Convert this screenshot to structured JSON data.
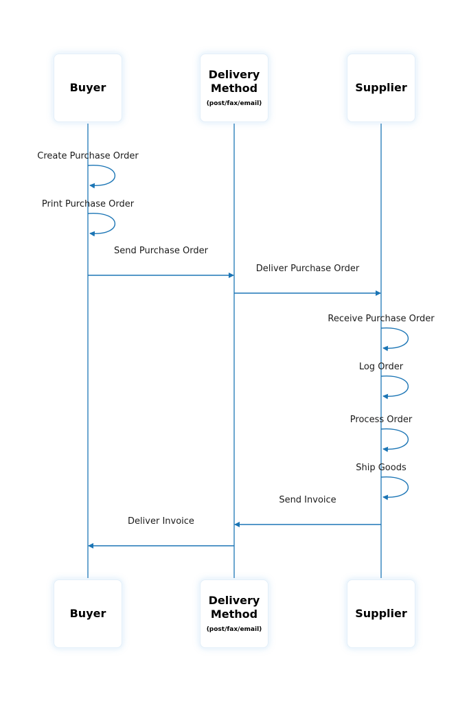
{
  "colors": {
    "line": "#1b75b5",
    "text": "#1a1a1a",
    "box_border": "#e2eef8"
  },
  "participants": [
    {
      "id": "buyer",
      "name": "Buyer",
      "sub": ""
    },
    {
      "id": "delivery",
      "name": "Delivery\nMethod",
      "sub": "(post/fax/email)"
    },
    {
      "id": "supplier",
      "name": "Supplier",
      "sub": ""
    }
  ],
  "messages": [
    {
      "from": "buyer",
      "to": "buyer",
      "label": "Create Purchase Order"
    },
    {
      "from": "buyer",
      "to": "buyer",
      "label": "Print Purchase Order"
    },
    {
      "from": "buyer",
      "to": "delivery",
      "label": "Send Purchase Order"
    },
    {
      "from": "delivery",
      "to": "supplier",
      "label": "Deliver Purchase Order"
    },
    {
      "from": "supplier",
      "to": "supplier",
      "label": "Receive Purchase Order"
    },
    {
      "from": "supplier",
      "to": "supplier",
      "label": "Log Order"
    },
    {
      "from": "supplier",
      "to": "supplier",
      "label": "Process Order"
    },
    {
      "from": "supplier",
      "to": "supplier",
      "label": "Ship Goods"
    },
    {
      "from": "supplier",
      "to": "delivery",
      "label": "Send Invoice"
    },
    {
      "from": "delivery",
      "to": "buyer",
      "label": "Deliver Invoice"
    }
  ]
}
